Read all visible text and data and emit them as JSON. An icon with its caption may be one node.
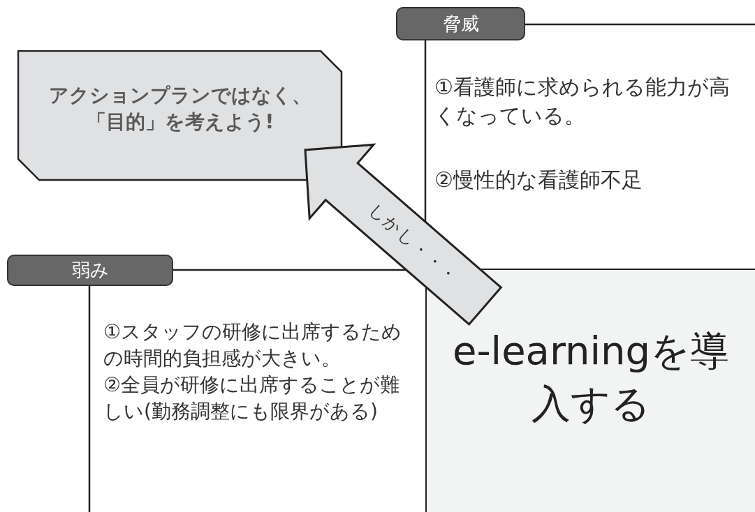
{
  "diagram": {
    "nodes": [
      {
        "text": [
          "脅威",
          "①看護師に求められる能力が高くなっている。",
          "②慢性的な看護師不足"
        ]
      },
      {
        "text": [
          "弱み",
          "①スタッフの研修に出席するための時間的負担感が大きい。",
          "②全員が研修に出席することが難しい(勤務調整にも限界がある)"
        ]
      },
      {
        "text": [
          "e-learningを導入する"
        ]
      },
      {
        "text": [
          "アクションプランではなく、「目的」を考えよう!"
        ]
      }
    ],
    "edges": [
      {
        "from": 2,
        "to": 3,
        "arrow": "to",
        "label": "しかし・・・"
      }
    ]
  }
}
